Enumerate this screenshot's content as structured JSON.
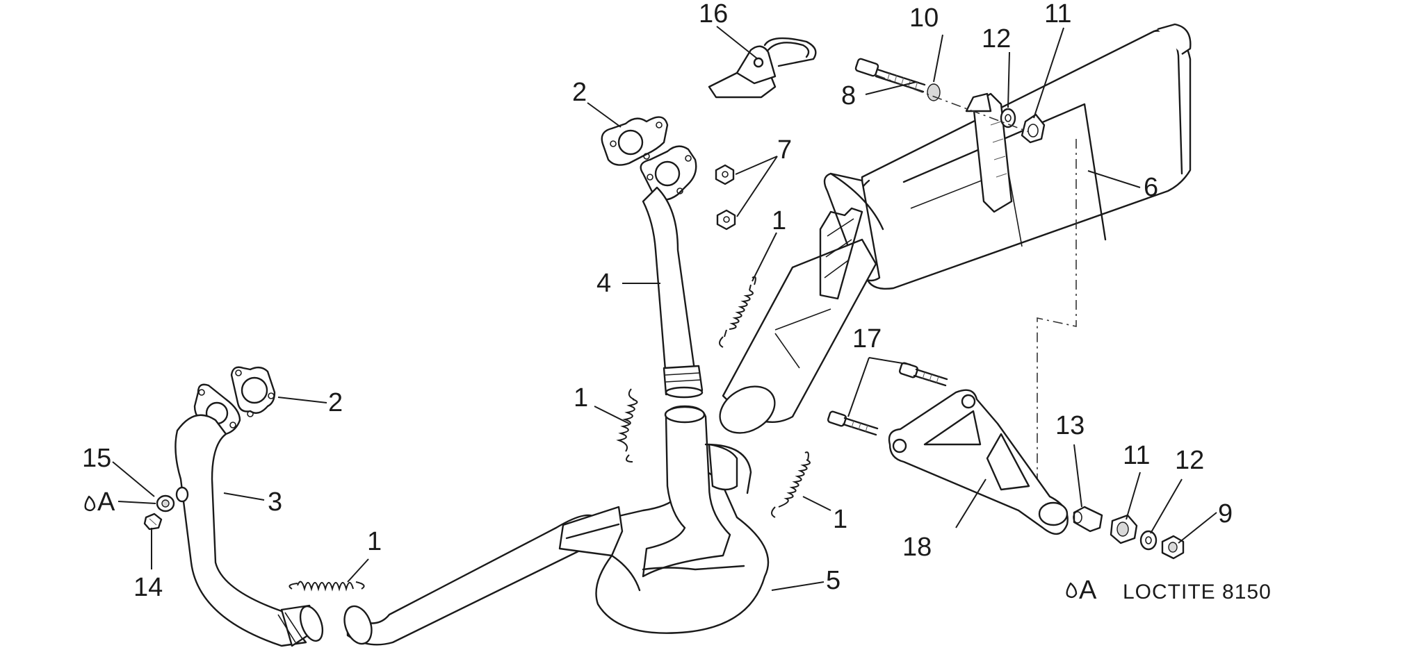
{
  "callouts": {
    "c16": "16",
    "c10": "10",
    "c12_top": "12",
    "c11_top": "11",
    "c8": "8",
    "c2_top": "2",
    "c7": "7",
    "c6": "6",
    "c1_upper": "1",
    "c4": "4",
    "c17": "17",
    "c1_mid": "1",
    "c2_left": "2",
    "c15": "15",
    "cA_left": "A",
    "c3": "3",
    "c14": "14",
    "c1_right": "1",
    "c13": "13",
    "c11_bottom": "11",
    "c12_bottom": "12",
    "c9": "9",
    "c18": "18",
    "c1_bottom": "1",
    "c5": "5"
  },
  "legend": {
    "symbol": "A",
    "text": "LOCTITE 8150"
  }
}
